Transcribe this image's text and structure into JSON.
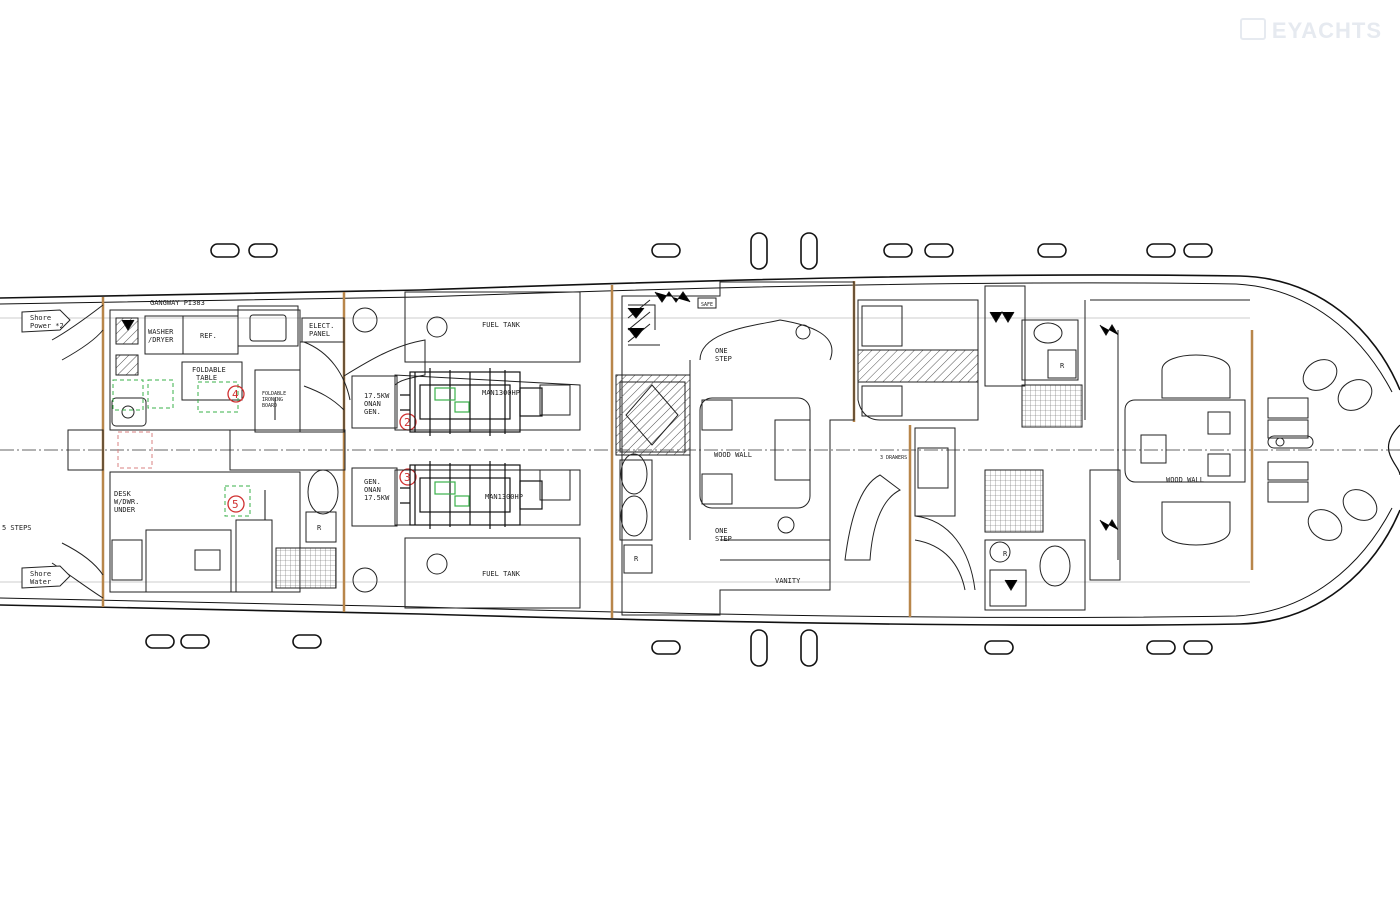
{
  "watermark": "EYACHTS",
  "labels": {
    "shore_power": "Shore",
    "shore_power_2": "Power *2",
    "shore_water": "Shore",
    "shore_water_2": "Water",
    "gangway": "GANGWAY PI383",
    "washer_1": "WASHER",
    "washer_2": "/DRYER",
    "ref": "REF.",
    "elect_1": "ELECT.",
    "elect_2": "PANEL",
    "foldable_1": "FOLDABLE",
    "foldable_2": "TABLE",
    "ironing_1": "FOLDABLE",
    "ironing_2": "IRONING",
    "ironing_3": "BOARD",
    "desk_1": "DESK",
    "desk_2": "W/DWR.",
    "desk_3": "UNDER",
    "steps": "5 STEPS",
    "gen_top_1": "17.5KW",
    "gen_top_2": "ONAN",
    "gen_top_3": "GEN.",
    "gen_bot_1": "GEN.",
    "gen_bot_2": "ONAN",
    "gen_bot_3": "17.5KW",
    "engine_top": "MAN1300HP",
    "engine_bot": "MAN1300HP",
    "fuel_tank_top": "FUEL TANK",
    "fuel_tank_bot": "FUEL TANK",
    "one_step_top_1": "ONE",
    "one_step_top_2": "STEP",
    "one_step_bot_1": "ONE",
    "one_step_bot_2": "STEP",
    "wood_wall_mid": "WOOD WALL",
    "wood_wall_fwd": "WOOD WALL",
    "vanity": "VANITY",
    "drawers": "3 DRAWERS",
    "safe": "SAFE",
    "r1": "R",
    "r2": "R",
    "r3": "R",
    "r4": "R",
    "n2": "2",
    "n3": "3",
    "n4": "4",
    "n5": "5"
  }
}
